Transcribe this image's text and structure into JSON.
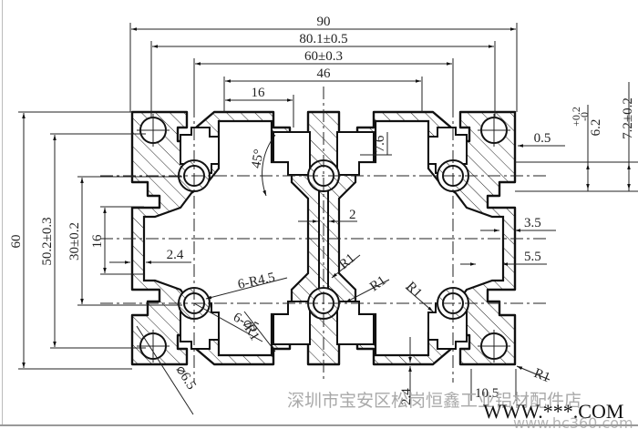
{
  "title": "Aluminum extrusion profile 6090 cross-section drawing",
  "dimensions": {
    "overall_width": "90",
    "slot_center_width": "80.1±0.5",
    "inner_width": "60±0.3",
    "inner_span": "46",
    "slot_opening": "16",
    "overall_height": "60",
    "slot_center_height": "50.2±0.3",
    "inner_height": "30±0.2",
    "side_slot_opening": "16",
    "wall_left": "2.4",
    "web_thickness": "2",
    "wall_right": "3.5",
    "slot_depth_right": "5.5",
    "lip_offset": "0.5",
    "slot_width_tol_main": "6.2",
    "slot_width_tol_upper": "+0.2",
    "slot_width_tol_lower": "-0",
    "slot_width_outer": "7.2±0.2",
    "slot_inner_depth": "7.6",
    "angle": "45°",
    "corner_radius_a": "6-R4.5",
    "hole_dia": "6-⌀5",
    "corner_hole": "⌀6.5",
    "fillet": "R1",
    "bottom_slot": "10.5",
    "bottom_wall": "2.4"
  },
  "watermark": {
    "shop_name": "深圳市宝安区松岗恒鑫工业铝材配件店",
    "site": "WWW.***.COM",
    "site_faint": "www.hc360.com"
  },
  "colors": {
    "line": "#111111",
    "watermark": "#a9a9a9"
  }
}
